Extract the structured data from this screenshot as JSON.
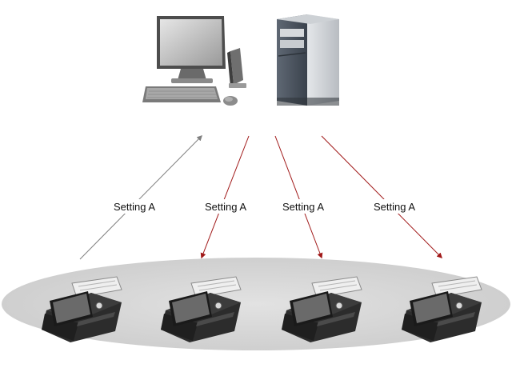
{
  "labels": {
    "arrow_1": "Setting A",
    "arrow_2": "Setting A",
    "arrow_3": "Setting A",
    "arrow_4": "Setting A"
  },
  "colors": {
    "upload_arrow": "#808080",
    "distribute_arrow": "#a01818",
    "scanner_area": "#dcdcdc",
    "scanner_body": "#2c2c2c",
    "screen": "#6a6a6a"
  },
  "icons": {
    "computer": "desktop-pc-icon",
    "server": "tower-server-icon",
    "scanner": "network-scanner-icon"
  }
}
